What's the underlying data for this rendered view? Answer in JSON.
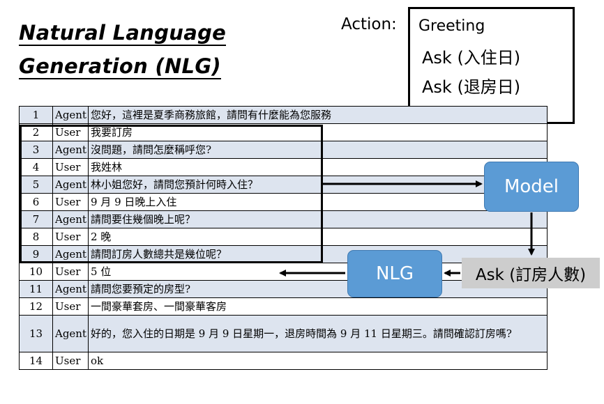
{
  "title": {
    "line1": "Natural Language",
    "line2": "Generation (NLG)"
  },
  "action": {
    "label": "Action:",
    "items": [
      "Greeting",
      "Ask (入住日)",
      "Ask (退房日)",
      "……"
    ]
  },
  "dialogue": [
    {
      "n": "1",
      "speaker": "Agent",
      "text": "您好，這裡是夏季商務旅館，請問有什麼能為您服務"
    },
    {
      "n": "2",
      "speaker": "User",
      "text": "我要訂房"
    },
    {
      "n": "3",
      "speaker": "Agent",
      "text": "沒問題，請問怎麼稱呼您?"
    },
    {
      "n": "4",
      "speaker": "User",
      "text": "我姓林"
    },
    {
      "n": "5",
      "speaker": "Agent",
      "text": "林小姐您好，請問您預計何時入住？"
    },
    {
      "n": "6",
      "speaker": "User",
      "text": "9 月 9 日晚上入住"
    },
    {
      "n": "7",
      "speaker": "Agent",
      "text": "請問要住幾個晚上呢？"
    },
    {
      "n": "8",
      "speaker": "User",
      "text": "2 晚"
    },
    {
      "n": "9",
      "speaker": "Agent",
      "text": "請問訂房人數總共是幾位呢？"
    },
    {
      "n": "10",
      "speaker": "User",
      "text": "5 位"
    },
    {
      "n": "11",
      "speaker": "Agent",
      "text": "請問您要預定的房型?"
    },
    {
      "n": "12",
      "speaker": "User",
      "text": "一間豪華套房、一間豪華客房"
    },
    {
      "n": "13",
      "speaker": "Agent",
      "text": "好的，您入住的日期是 9 月 9 日星期一，退房時間為 9 月 11 日星期三。請問確認訂房嗎?"
    },
    {
      "n": "14",
      "speaker": "User",
      "text": "ok"
    }
  ],
  "model_label": "Model",
  "nlg_label": "NLG",
  "output_action": "Ask (訂房人數)",
  "colors": {
    "node_fill": "#5b9bd5",
    "row_shade": "#dde4ef",
    "output_fill": "#cdcdcd"
  }
}
